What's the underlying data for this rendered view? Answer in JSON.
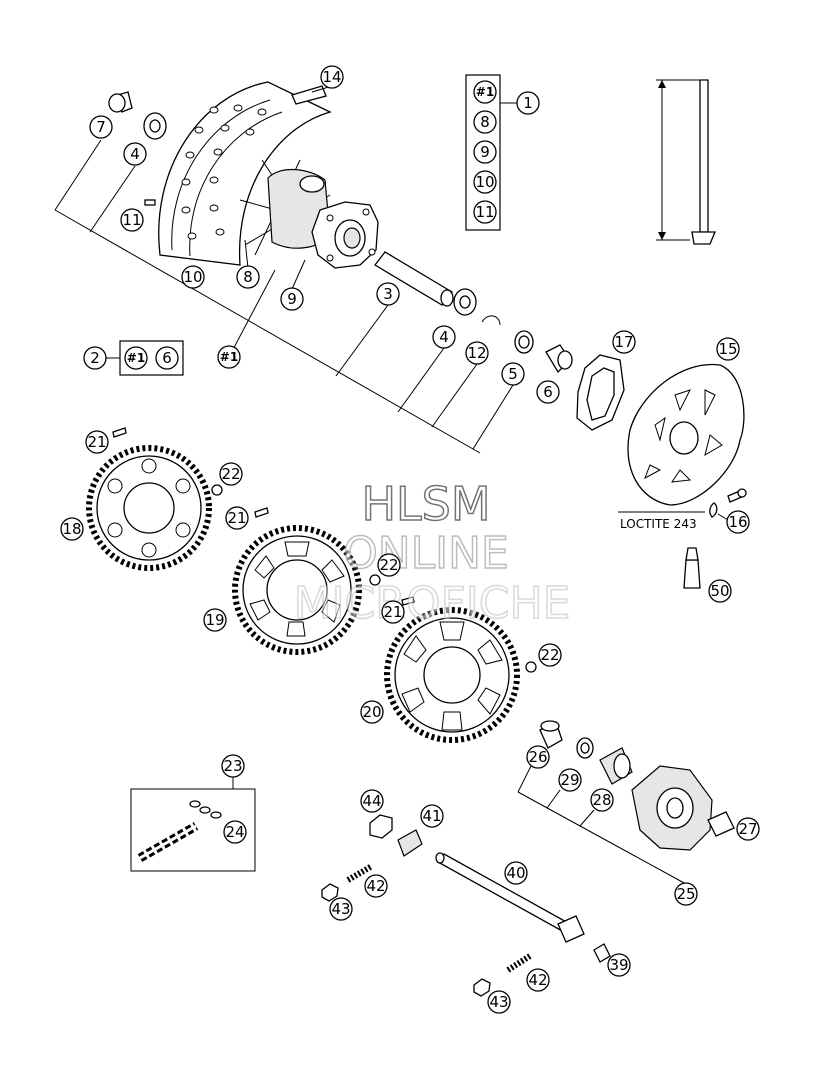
{
  "watermark": {
    "line1": "HLSM",
    "line2": "ONLINE",
    "line3": "MICROFICHE"
  },
  "note": {
    "loctite": "LOCTITE 243"
  },
  "kit_group": {
    "ref": "1",
    "members": [
      "#1",
      "8",
      "9",
      "10",
      "11"
    ]
  },
  "kit_group_2": {
    "ref": "2",
    "members": [
      "#1",
      "6"
    ]
  },
  "callouts": [
    {
      "id": "c-7",
      "label": "7"
    },
    {
      "id": "c-4a",
      "label": "4"
    },
    {
      "id": "c-11",
      "label": "11"
    },
    {
      "id": "c-10",
      "label": "10"
    },
    {
      "id": "c-8",
      "label": "8"
    },
    {
      "id": "c-9",
      "label": "9"
    },
    {
      "id": "c-14",
      "label": "14"
    },
    {
      "id": "c-hash1",
      "label": "#1"
    },
    {
      "id": "c-3",
      "label": "3"
    },
    {
      "id": "c-4b",
      "label": "4"
    },
    {
      "id": "c-12",
      "label": "12"
    },
    {
      "id": "c-5",
      "label": "5"
    },
    {
      "id": "c-6",
      "label": "6"
    },
    {
      "id": "c-17",
      "label": "17"
    },
    {
      "id": "c-15",
      "label": "15"
    },
    {
      "id": "c-21a",
      "label": "21"
    },
    {
      "id": "c-22a",
      "label": "22"
    },
    {
      "id": "c-18",
      "label": "18"
    },
    {
      "id": "c-21b",
      "label": "21"
    },
    {
      "id": "c-22b",
      "label": "22"
    },
    {
      "id": "c-19",
      "label": "19"
    },
    {
      "id": "c-21c",
      "label": "21"
    },
    {
      "id": "c-22c",
      "label": "22"
    },
    {
      "id": "c-20",
      "label": "20"
    },
    {
      "id": "c-16",
      "label": "16"
    },
    {
      "id": "c-50",
      "label": "50"
    },
    {
      "id": "c-23",
      "label": "23"
    },
    {
      "id": "c-24",
      "label": "24"
    },
    {
      "id": "c-44",
      "label": "44"
    },
    {
      "id": "c-41",
      "label": "41"
    },
    {
      "id": "c-42a",
      "label": "42"
    },
    {
      "id": "c-43a",
      "label": "43"
    },
    {
      "id": "c-40",
      "label": "40"
    },
    {
      "id": "c-26",
      "label": "26"
    },
    {
      "id": "c-29",
      "label": "29"
    },
    {
      "id": "c-28",
      "label": "28"
    },
    {
      "id": "c-27",
      "label": "27"
    },
    {
      "id": "c-25",
      "label": "25"
    },
    {
      "id": "c-39",
      "label": "39"
    },
    {
      "id": "c-42b",
      "label": "42"
    },
    {
      "id": "c-43b",
      "label": "43"
    }
  ]
}
